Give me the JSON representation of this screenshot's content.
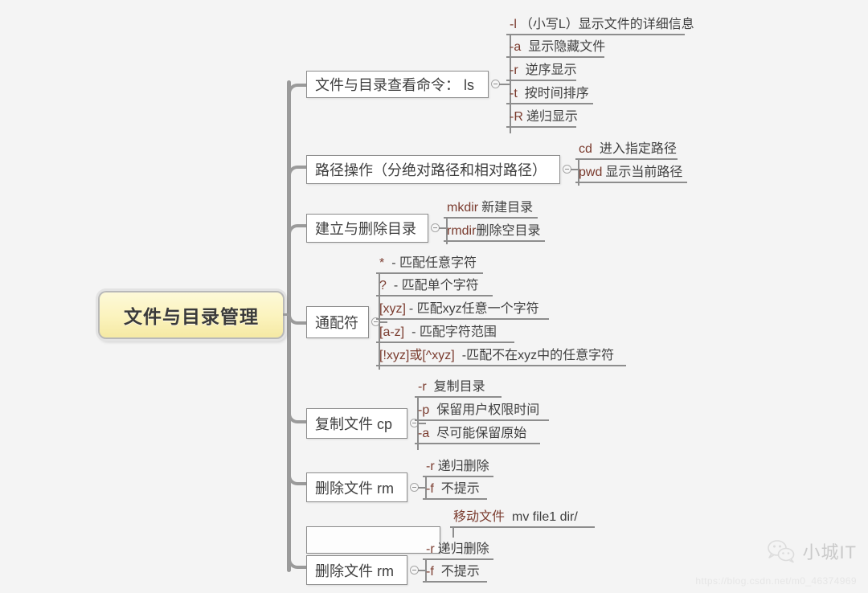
{
  "background": "#f4f4f4",
  "accent": {
    "root_fill": "#fbf3bd",
    "root_border": "#b9b9b9",
    "line": "#8d8d8d",
    "trunk": "#9a9a9a",
    "flag_text": "#7a3b2e",
    "body_text": "#3f3f3f"
  },
  "root": {
    "label": "文件与目录管理"
  },
  "branches": [
    {
      "id": "ls",
      "label": "文件与目录查看命令： ls",
      "leaves": [
        {
          "flag": "-l",
          "text": "（小写L）显示文件的详细信息"
        },
        {
          "flag": "-a",
          "text": "显示隐藏文件"
        },
        {
          "flag": "-r",
          "text": "逆序显示"
        },
        {
          "flag": "-t",
          "text": "按时间排序"
        },
        {
          "flag": "-R",
          "text": "递归显示"
        }
      ]
    },
    {
      "id": "path",
      "label": "路径操作（分绝对路径和相对路径）",
      "leaves": [
        {
          "flag": "cd",
          "text": "进入指定路径"
        },
        {
          "flag": "pwd",
          "text": "显示当前路径"
        }
      ]
    },
    {
      "id": "mkdir",
      "label": "建立与删除目录",
      "leaves": [
        {
          "flag": "mkdir",
          "text": "新建目录"
        },
        {
          "flag": "rmdir",
          "text": "删除空目录"
        }
      ]
    },
    {
      "id": "wildcard",
      "label": "通配符",
      "leaves": [
        {
          "flag": "*",
          "text": "- 匹配任意字符"
        },
        {
          "flag": "?",
          "text": "- 匹配单个字符"
        },
        {
          "flag": "[xyz]",
          "text": "- 匹配xyz任意一个字符"
        },
        {
          "flag": "[a-z]",
          "text": "- 匹配字符范围"
        },
        {
          "flag": "[!xyz]或[^xyz]",
          "text": "-匹配不在xyz中的任意字符"
        }
      ]
    },
    {
      "id": "cp",
      "label": "复制文件 cp",
      "leaves": [
        {
          "flag": "-r",
          "text": "复制目录"
        },
        {
          "flag": "-p",
          "text": "保留用户权限时间"
        },
        {
          "flag": "-a",
          "text": "尽可能保留原始"
        }
      ]
    },
    {
      "id": "rm1",
      "label": "删除文件 rm",
      "leaves": [
        {
          "flag": "-r",
          "text": "递归删除"
        },
        {
          "flag": "-f",
          "text": "不提示"
        }
      ]
    },
    {
      "id": "mv",
      "label": "",
      "leaves": [
        {
          "flag": "移动文件",
          "text": "mv file1  dir/"
        }
      ]
    },
    {
      "id": "rm2",
      "label": "删除文件 rm",
      "leaves": [
        {
          "flag": "-r",
          "text": "递归删除"
        },
        {
          "flag": "-f",
          "text": "不提示"
        }
      ]
    }
  ],
  "watermark": {
    "name": "小城IT",
    "url": "https://blog.csdn.net/m0_46374969"
  }
}
